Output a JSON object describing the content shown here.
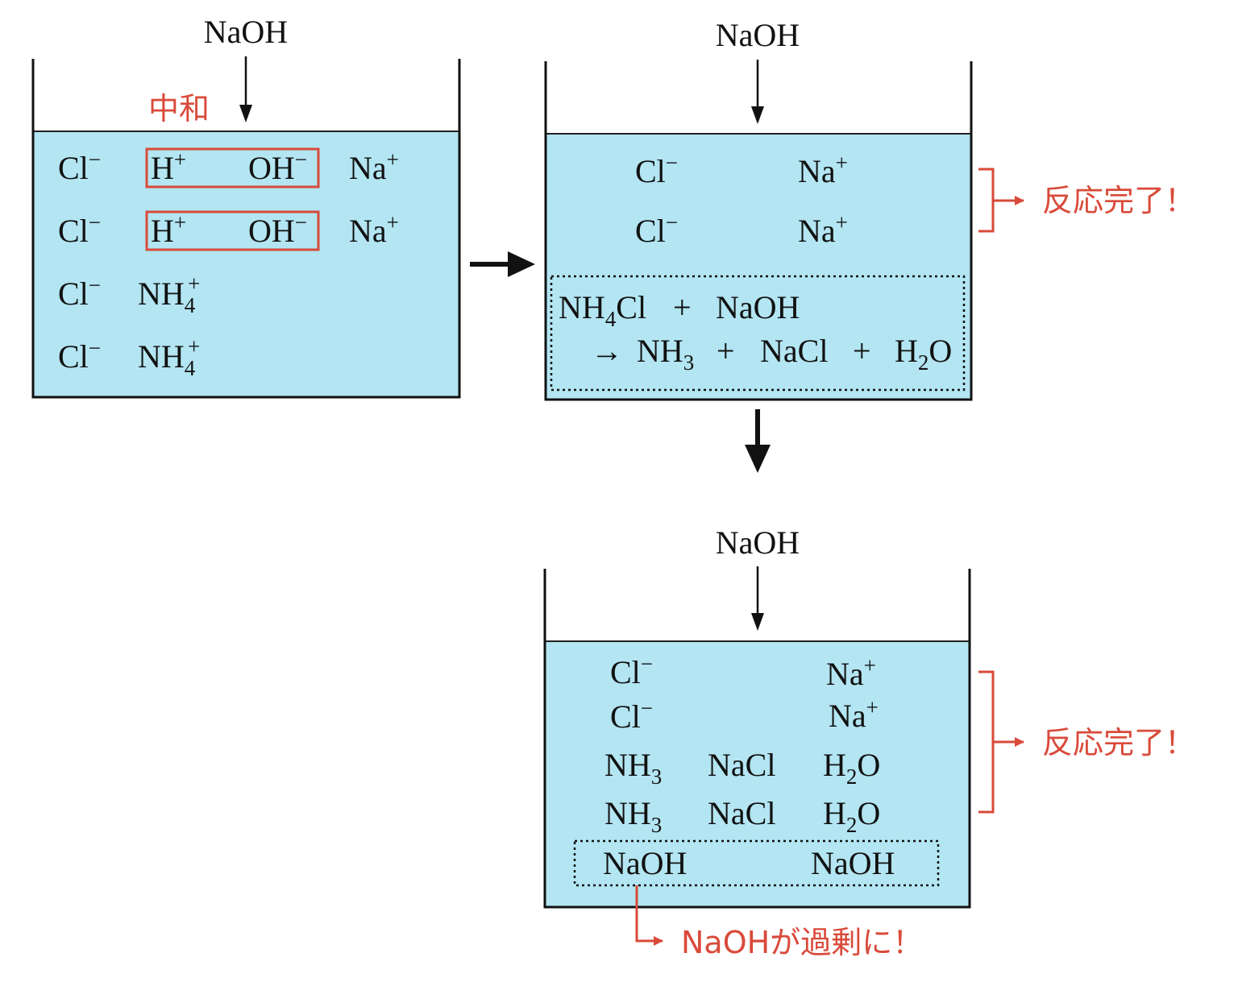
{
  "colors": {
    "liquid": "#b3e5f2",
    "annotation_red": "#d94a3a",
    "ink": "#111111"
  },
  "beaker1": {
    "reagent": "NaOH",
    "note": "中和",
    "rows": [
      [
        "Cl",
        "−",
        "H",
        "+",
        "OH",
        "−",
        "Na",
        "+"
      ],
      [
        "Cl",
        "−",
        "H",
        "+",
        "OH",
        "−",
        "Na",
        "+"
      ],
      [
        "Cl",
        "−",
        "NH",
        "4",
        "+"
      ],
      [
        "Cl",
        "−",
        "NH",
        "4",
        "+"
      ]
    ]
  },
  "beaker2": {
    "reagent": "NaOH",
    "ions": [
      [
        "Cl",
        "−",
        "Na",
        "+"
      ],
      [
        "Cl",
        "−",
        "Na",
        "+"
      ]
    ],
    "equation_line1": [
      "NH",
      "4",
      "Cl",
      "+",
      "NaOH"
    ],
    "equation_line2": [
      "→",
      "NH",
      "3",
      "+",
      "NaCl",
      "+",
      "H",
      "2",
      "O"
    ],
    "note": "反応完了！"
  },
  "beaker3": {
    "reagent": "NaOH",
    "ions": [
      [
        "Cl",
        "−",
        "Na",
        "+"
      ],
      [
        "Cl",
        "−",
        "Na",
        "+"
      ]
    ],
    "products": [
      [
        "NH",
        "3",
        "NaCl",
        "H",
        "2",
        "O"
      ],
      [
        "NH",
        "3",
        "NaCl",
        "H",
        "2",
        "O"
      ]
    ],
    "excess": [
      "NaOH",
      "NaOH"
    ],
    "note": "反応完了！",
    "excess_note": "NaOHが過剰に！"
  }
}
